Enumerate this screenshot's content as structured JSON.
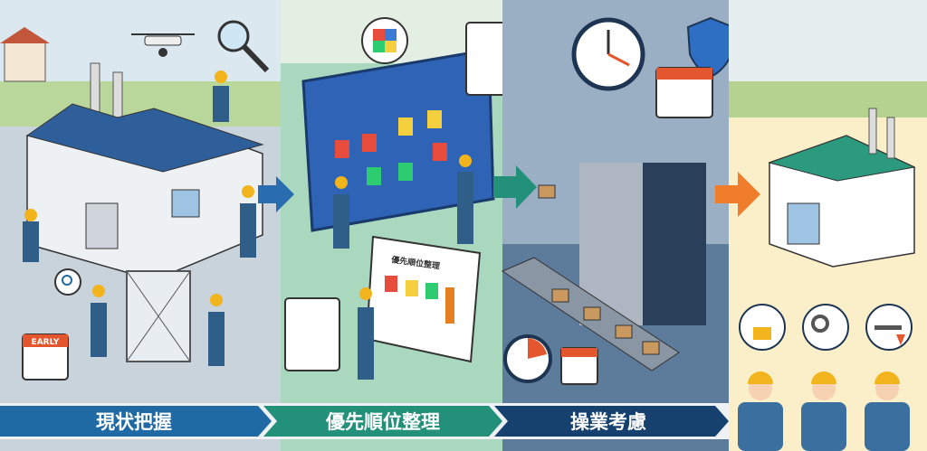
{
  "steps": [
    {
      "label": "現状把握",
      "color": "#1f6aa5"
    },
    {
      "label": "優先順位整理",
      "color": "#23907a"
    },
    {
      "label": "操業考慮",
      "color": "#16416e"
    }
  ],
  "calendar_label": "EARLY",
  "whiteboard_title": "優先順位整理",
  "colors": {
    "panel1": "#c9d3dc",
    "panel2": "#a9d8bf",
    "panel3": "#5d7c9c",
    "panel4": "#fbefc9"
  }
}
